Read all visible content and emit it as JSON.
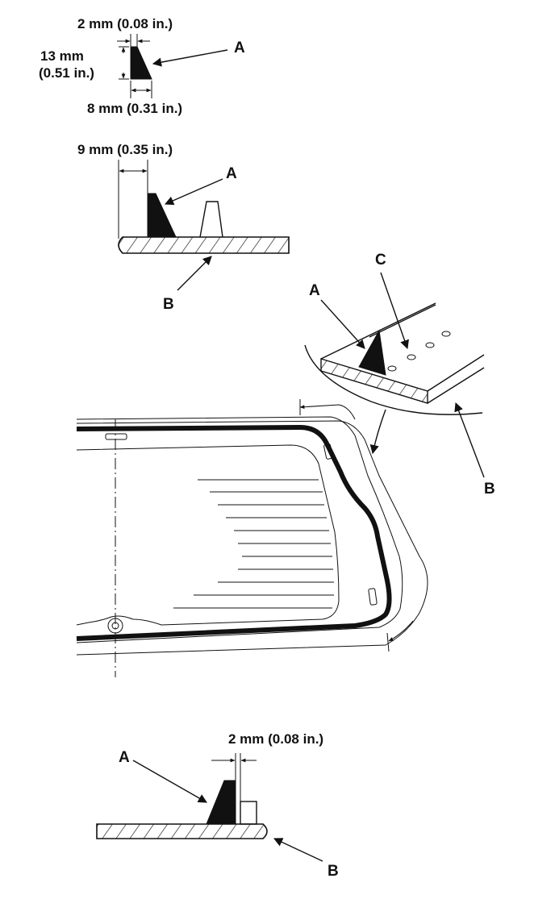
{
  "labels": {
    "top_bead": {
      "dim_top": "2 mm (0.08 in.)",
      "dim_left_1": "13 mm",
      "dim_left_2": "(0.51 in.)",
      "dim_bottom": "8 mm (0.31 in.)",
      "callout": "A"
    },
    "second_section": {
      "dim": "9 mm (0.35 in.)",
      "callout_a": "A",
      "callout_b": "B"
    },
    "glass_detail": {
      "callout_a": "A",
      "callout_b": "B",
      "callout_c": "C"
    },
    "bottom_section": {
      "dim": "2 mm (0.08 in.)",
      "callout_a": "A",
      "callout_b": "B"
    }
  }
}
